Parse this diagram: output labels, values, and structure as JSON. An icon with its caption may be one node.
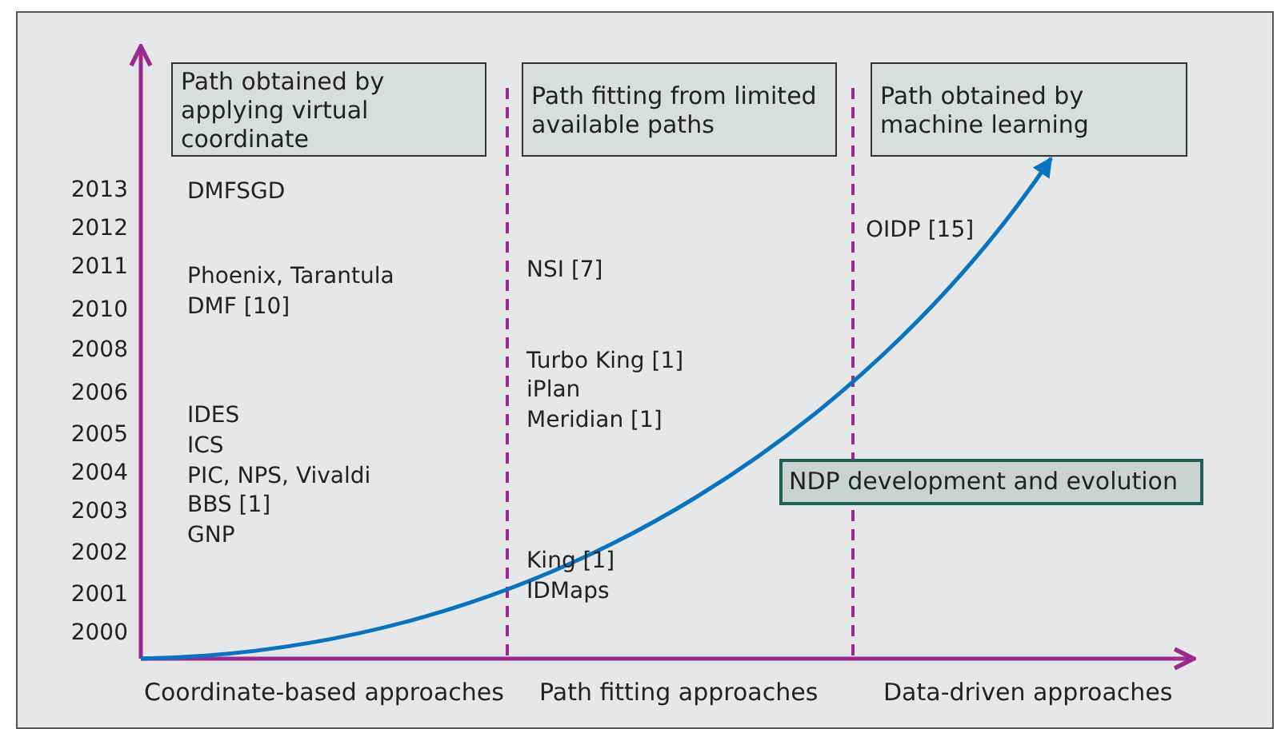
{
  "diagram": {
    "nodes": [
      {
        "text": [
          "Path obtained by applying virtual coordinate"
        ]
      },
      {
        "text": [
          "Path fitting from limited available paths"
        ]
      },
      {
        "text": [
          "Path obtained by machine learning"
        ]
      },
      {
        "text": [
          "NDP development and evolution"
        ]
      }
    ],
    "edges": [
      {
        "from": null,
        "to": 2,
        "arrow": "to"
      }
    ],
    "labels": [
      "2013",
      "2012",
      "2011",
      "2010",
      "2008",
      "2006",
      "2005",
      "2004",
      "2003",
      "2002",
      "2001",
      "2000",
      "DMFSGD",
      "Phoenix, Tarantula",
      "DMF [10]",
      "IDES",
      "ICS",
      "PIC, NPS, Vivaldi",
      "BBS [1]",
      "GNP",
      "NSI [7]",
      "Turbo King [1]",
      "iPlan",
      "Meridian [1]",
      "King [1]",
      "IDMaps",
      "OIDP [15]",
      "Coordinate-based approaches",
      "Path fitting approaches",
      "Data-driven approaches"
    ]
  }
}
